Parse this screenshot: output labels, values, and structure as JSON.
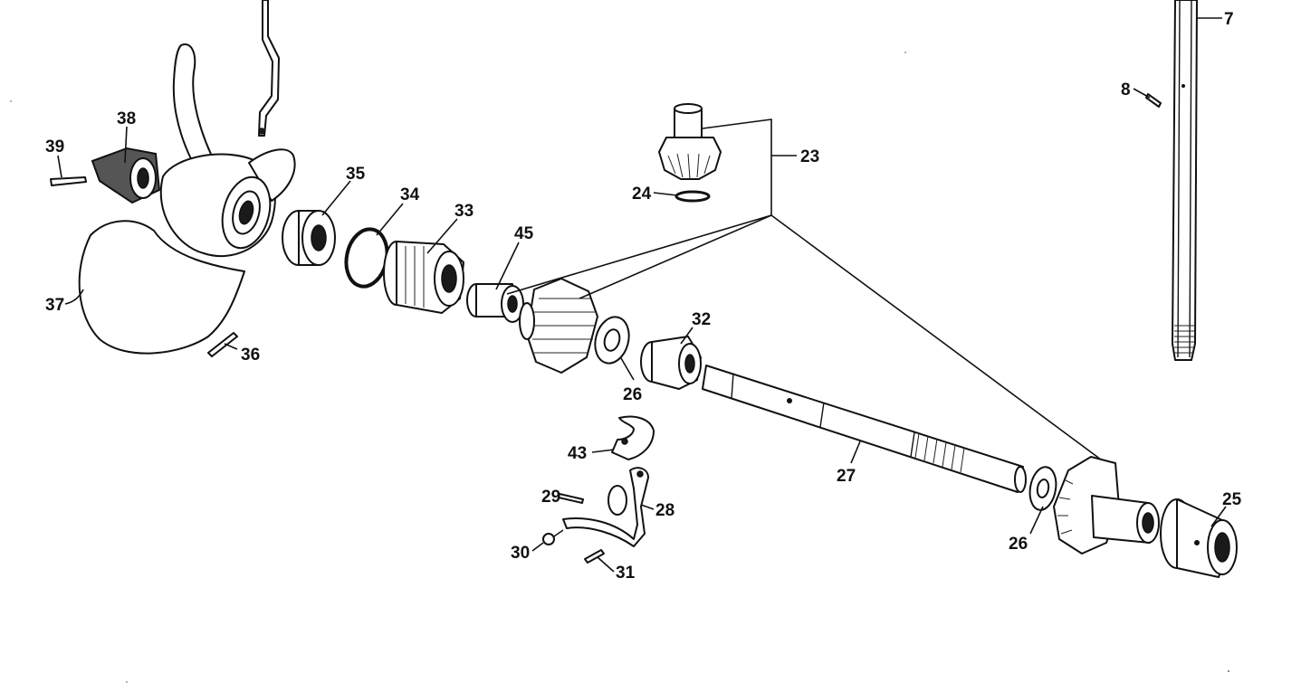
{
  "diagram": {
    "title": "",
    "callouts": {
      "c7": "7",
      "c8": "8",
      "c23": "23",
      "c24": "24",
      "c25": "25",
      "c26a": "26",
      "c26b": "26",
      "c27": "27",
      "c28": "28",
      "c29": "29",
      "c30": "30",
      "c31": "31",
      "c32": "32",
      "c33": "33",
      "c34": "34",
      "c35": "35",
      "c36": "36",
      "c37": "37",
      "c38": "38",
      "c39": "39",
      "c43": "43",
      "c45": "45"
    }
  }
}
